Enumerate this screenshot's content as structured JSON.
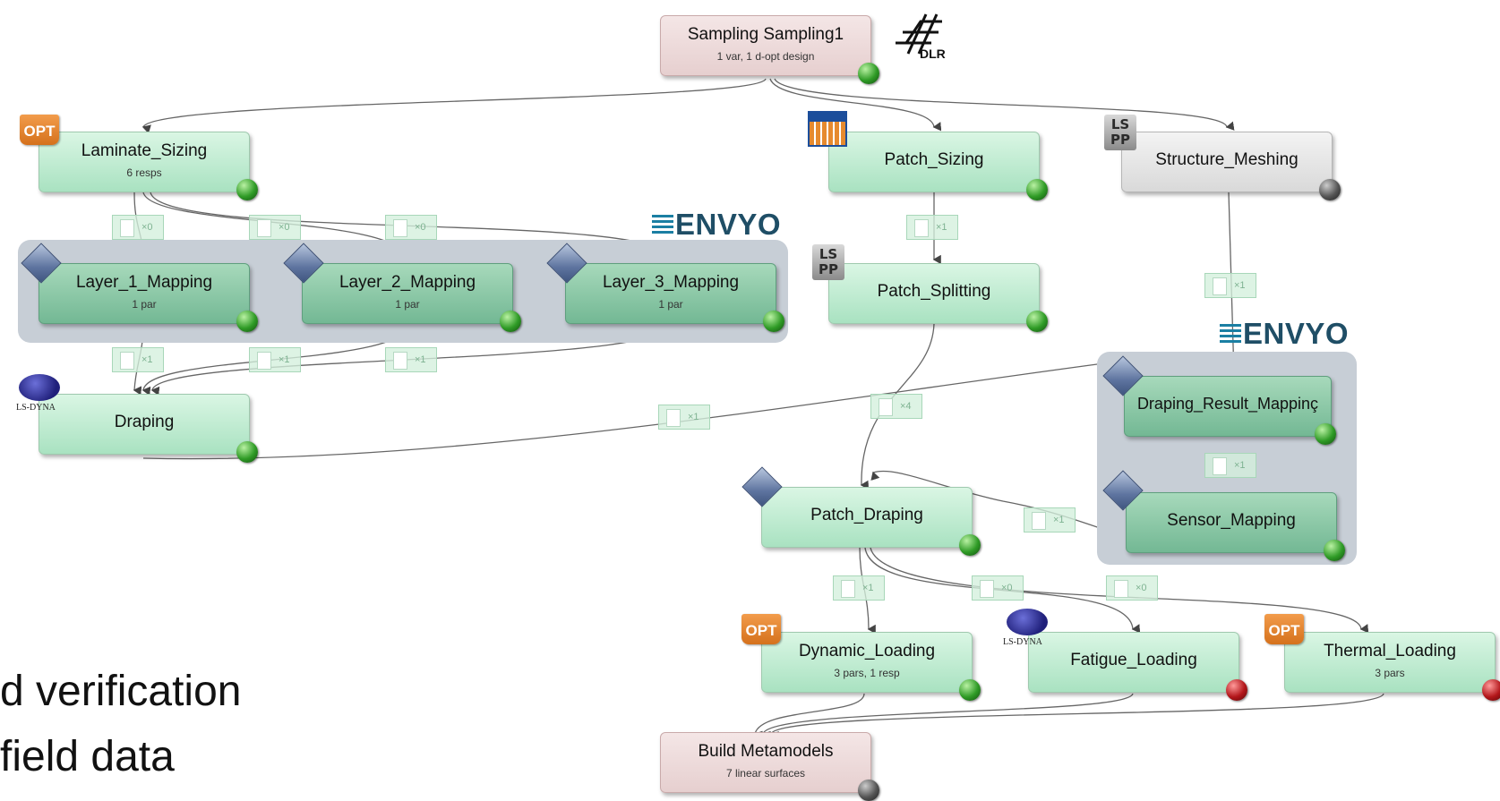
{
  "nodes": {
    "sampling": {
      "title": "Sampling Sampling1",
      "subtitle": "1 var, 1 d-opt design",
      "status": "ok"
    },
    "laminate_sizing": {
      "title": "Laminate_Sizing",
      "subtitle": "6 resps",
      "status": "ok"
    },
    "patch_sizing": {
      "title": "Patch_Sizing",
      "status": "ok"
    },
    "structure_meshing": {
      "title": "Structure_Meshing",
      "status": "idle"
    },
    "layer_1_mapping": {
      "title": "Layer_1_Mapping",
      "subtitle": "1 par",
      "status": "ok"
    },
    "layer_2_mapping": {
      "title": "Layer_2_Mapping",
      "subtitle": "1 par",
      "status": "ok"
    },
    "layer_3_mapping": {
      "title": "Layer_3_Mapping",
      "subtitle": "1 par",
      "status": "ok"
    },
    "patch_splitting": {
      "title": "Patch_Splitting",
      "status": "ok"
    },
    "draping": {
      "title": "Draping",
      "status": "ok"
    },
    "draping_result_mapping": {
      "title": "Draping_Result_Mappinç",
      "status": "ok"
    },
    "sensor_mapping": {
      "title": "Sensor_Mapping",
      "status": "ok"
    },
    "patch_draping": {
      "title": "Patch_Draping",
      "status": "ok"
    },
    "dynamic_loading": {
      "title": "Dynamic_Loading",
      "subtitle": "3 pars, 1 resp",
      "status": "ok"
    },
    "fatigue_loading": {
      "title": "Fatigue_Loading",
      "status": "error"
    },
    "thermal_loading": {
      "title": "Thermal_Loading",
      "subtitle": "3 pars",
      "status": "error"
    },
    "build_metamodels": {
      "title": "Build Metamodels",
      "subtitle": "7 linear surfaces",
      "status": "idle"
    }
  },
  "badges": [
    "×0",
    "×0",
    "×0",
    "×1",
    "×1",
    "×1",
    "×1",
    "×1",
    "×1",
    "×4",
    "×1",
    "×1",
    "×1",
    "×0",
    "×0"
  ],
  "logos": {
    "dlr": "DLR",
    "opt": "OPT",
    "lspp_top": "LS",
    "lspp_bottom": "PP",
    "envyo": "ENVYO",
    "lsdyna": "LS-DYNA"
  },
  "caption": {
    "line1": "d verification",
    "line2": "field data"
  },
  "colors": {
    "status_ok": "#2f9b26",
    "status_error": "#b3161a",
    "status_idle": "#555555",
    "link": "#555555",
    "group_bg": "#c7ced6"
  }
}
